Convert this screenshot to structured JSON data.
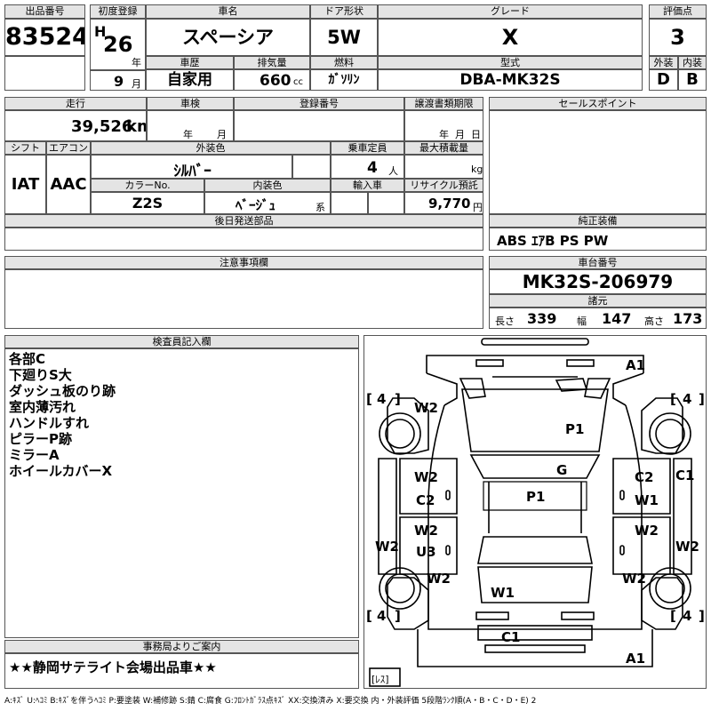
{
  "header": {
    "lot_label": "出品番号",
    "lot_number": "83524",
    "first_reg_label": "初度登録",
    "era": "H",
    "year": "26",
    "year_unit": "年",
    "month": "9",
    "month_unit": "月",
    "car_name_label": "車名",
    "car_name": "スペーシア",
    "door_label": "ドア形状",
    "door": "5W",
    "grade_label": "グレード",
    "grade": "X",
    "score_label": "評価点",
    "score": "3",
    "history_label": "車歴",
    "history": "自家用",
    "displacement_label": "排気量",
    "displacement": "660",
    "displacement_unit": "cc",
    "fuel_label": "燃料",
    "fuel": "ｶﾞｿﾘﾝ",
    "model_label": "型式",
    "model": "DBA-MK32S",
    "exterior_label": "外装",
    "exterior": "D",
    "interior_label": "内装",
    "interior": "B"
  },
  "details": {
    "mileage_label": "走行",
    "mileage": "39,526",
    "mileage_unit": "km",
    "inspection_label": "車検",
    "insp_year_unit": "年",
    "insp_month_unit": "月",
    "reg_no_label": "登録番号",
    "transfer_label": "譲渡書類期限",
    "transfer_year": "年",
    "transfer_month": "月",
    "transfer_day": "日",
    "shift_label": "シフト",
    "shift": "IAT",
    "ac_label": "エアコン",
    "ac": "AAC",
    "ext_color_label": "外装色",
    "ext_color": "ｼﾙﾊﾞｰ",
    "capacity_label": "乗車定員",
    "capacity": "4",
    "capacity_unit": "人",
    "load_label": "最大積載量",
    "load_unit": "kg",
    "color_no_label": "カラーNo.",
    "color_no": "Z2S",
    "int_color_label": "内装色",
    "int_color": "ﾍﾞｰｼﾞｭ",
    "int_color_unit": "系",
    "import_label": "輸入車",
    "recycle_label": "リサイクル預託金",
    "recycle": "9,770",
    "recycle_unit": "円",
    "later_parts_label": "後日発送部品",
    "notes_label": "注意事項欄"
  },
  "right": {
    "sales_label": "セールスポイント",
    "equipment_label": "純正装備",
    "equipment": "ABS ｴｱB PS PW",
    "chassis_label": "車台番号",
    "chassis": "MK32S-206979",
    "specs_label": "諸元",
    "length_label": "長さ",
    "length": "339",
    "width_label": "幅",
    "width": "147",
    "height_label": "高さ",
    "height": "173"
  },
  "inspector": {
    "label": "検査員記入欄",
    "lines": [
      "各部C",
      "下廻りS大",
      "ダッシュ板のり跡",
      "室内薄汚れ",
      "ハンドルすれ",
      "ピラーP跡",
      "ミラーA",
      "ホイールカバーX"
    ]
  },
  "office": {
    "label": "事務局よりご案内",
    "text": "★★静岡サテライト会場出品車★★"
  },
  "diagram": {
    "marks": {
      "a1_top": "A1",
      "w2_lf": "W2",
      "p1_hood": "P1",
      "g": "G",
      "w2_fd": "W2",
      "c2_fd": "C2",
      "p1_roof": "P1",
      "c2_rfd": "C2",
      "w1_rfd": "W1",
      "c1_right": "C1",
      "w2_rd": "W2",
      "u3": "U3",
      "w2_rrd": "W2",
      "w2_lside": "W2",
      "w2_rside": "W2",
      "w2_lr": "W2",
      "w1_rear": "W1",
      "w2_rr": "W2",
      "c1_bumper": "C1",
      "a1_bottom": "A1"
    },
    "tyres": {
      "fl_open": "[",
      "fl_val": "4",
      "fl_close": "]",
      "fr_open": "[",
      "fr_val": "4",
      "fr_close": "]",
      "rl_open": "[",
      "rl_val": "4",
      "rl_close": "]",
      "rr_open": "[",
      "rr_val": "4",
      "rr_close": "]"
    },
    "spare_label": "[ﾚｽ]"
  },
  "legend": "A:ｷｽﾞ U:ﾍｺﾐ B:ｷｽﾞを伴うﾍｺﾐ P:要塗装 W:補修跡 S:錆 C:腐食 G:ﾌﾛﾝﾄｶﾞﾗｽ点ｷｽﾞ XX:交換済み X:要交換 内・外装評価 5段階ﾗﾝｸ順(A・B・C・D・E) 2"
}
